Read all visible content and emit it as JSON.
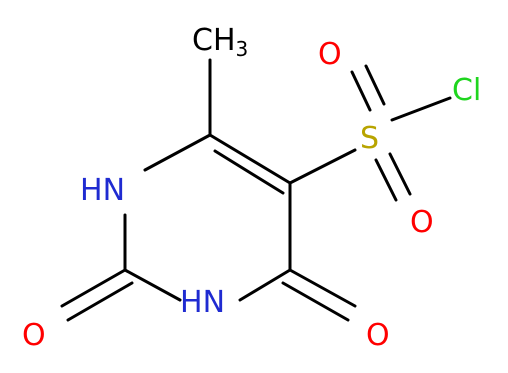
{
  "molecule": {
    "atoms": {
      "ch3": {
        "label": "CH",
        "subscript": "3",
        "color": "#000000"
      },
      "n1": {
        "label": "N",
        "h": "H",
        "color": "#1f2bd1"
      },
      "n3": {
        "label": "N",
        "h": "H",
        "color": "#1f2bd1"
      },
      "o2": {
        "label": "O",
        "color": "#ff0000"
      },
      "o4": {
        "label": "O",
        "color": "#ff0000"
      },
      "s": {
        "label": "S",
        "color": "#b8a400"
      },
      "os1": {
        "label": "O",
        "color": "#ff0000"
      },
      "os2": {
        "label": "O",
        "color": "#ff0000"
      },
      "cl": {
        "label": "Cl",
        "color": "#1fd51f"
      }
    },
    "colors": {
      "bond": "#000000",
      "nitrogen": "#1f2bd1",
      "oxygen": "#ff0000",
      "sulfur": "#b8a400",
      "chlorine": "#1fd51f"
    }
  }
}
